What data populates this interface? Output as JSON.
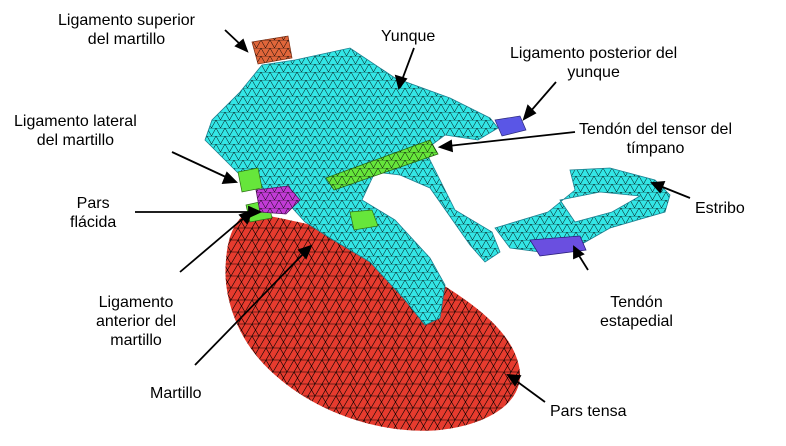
{
  "labels": {
    "ligamento_superior": [
      "Ligamento superior",
      "del martillo"
    ],
    "yunque": "Yunque",
    "ligamento_posterior": [
      "Ligamento posterior del",
      "yunque"
    ],
    "ligamento_lateral": [
      "Ligamento lateral",
      "del martillo"
    ],
    "tendon_tensor": [
      "Tendón del tensor del",
      "tímpano"
    ],
    "pars_flacida": [
      "Pars",
      "flácida"
    ],
    "estribo": "Estribo",
    "ligamento_anterior": [
      "Ligamento",
      "anterior del",
      "martillo"
    ],
    "tendon_estapedial": [
      "Tendón",
      "estapedial"
    ],
    "martillo": "Martillo",
    "pars_tensa": "Pars tensa"
  },
  "colors": {
    "bone": "#33e6e6",
    "tympanic_membrane": "#e63b2e",
    "ligament_orange": "#e0663a",
    "ligament_green": "#66e63b",
    "tendon_purple": "#6a4fe0",
    "pars_flacida": "#c23bd6",
    "mesh_line": "#000000"
  }
}
